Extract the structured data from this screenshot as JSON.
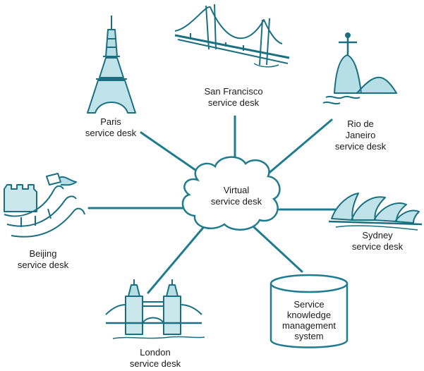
{
  "hub": {
    "line1": "Virtual",
    "line2": "service desk"
  },
  "nodes": {
    "paris": {
      "line1": "Paris",
      "line2": "service desk",
      "icon": "eiffel-tower-icon"
    },
    "san_francisco": {
      "line1": "San Francisco",
      "line2": "service desk",
      "icon": "golden-gate-bridge-icon"
    },
    "rio": {
      "line1": "Rio de",
      "line2": "Janeiro",
      "line3": "service desk",
      "icon": "christ-the-redeemer-icon"
    },
    "beijing": {
      "line1": "Beijing",
      "line2": "service desk",
      "icon": "great-wall-icon"
    },
    "sydney": {
      "line1": "Sydney",
      "line2": "service desk",
      "icon": "sydney-opera-house-icon"
    },
    "london": {
      "line1": "London",
      "line2": "service desk",
      "icon": "tower-bridge-icon"
    },
    "knowledge": {
      "line1": "Service",
      "line2": "knowledge",
      "line3": "management",
      "line4": "system",
      "icon": "database-cylinder-icon"
    }
  },
  "colors": {
    "line": "#1f7b8e",
    "icon": "#1a6f80",
    "cloud_stroke": "#1f7b8e",
    "accent": "#2aa3b5"
  }
}
